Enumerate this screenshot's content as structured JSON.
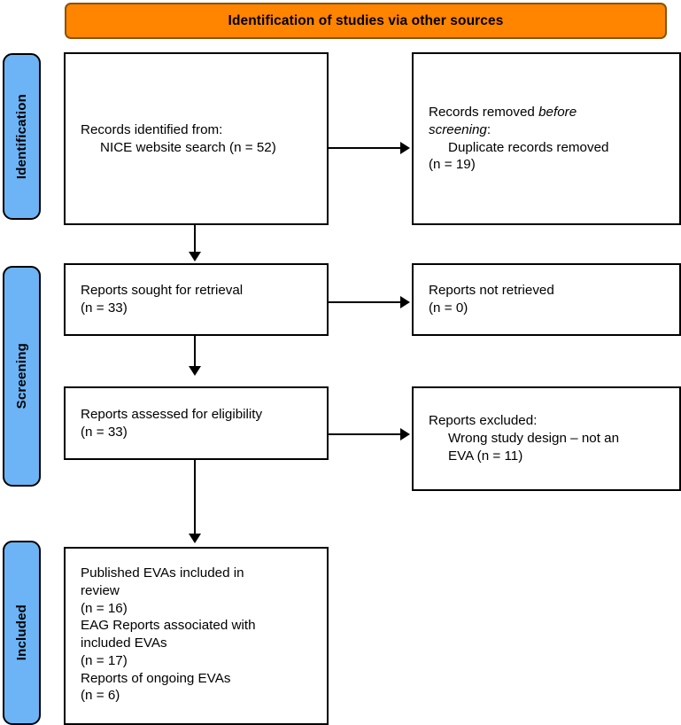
{
  "banner": {
    "title": "Identification of studies via other sources",
    "bg_color": "#FF8400",
    "border_color": "#8A5200"
  },
  "stages": {
    "identification": "Identification",
    "screening": "Screening",
    "included": "Included",
    "bg_color": "#6CB4F5",
    "border_color": "#000000"
  },
  "boxes": {
    "identified": {
      "line1": "Records identified from:",
      "line2": "NICE website search (n = 52)"
    },
    "removed": {
      "line1_a": "Records removed ",
      "line1_b": "before",
      "line2_a": "screening",
      "line2_b": ":",
      "line3": "Duplicate records removed",
      "line4": "(n = 19)"
    },
    "sought": {
      "line1": "Reports sought for retrieval",
      "line2": "(n = 33)"
    },
    "not_retrieved": {
      "line1": "Reports not retrieved",
      "line2": "(n = 0)"
    },
    "assessed": {
      "line1": "Reports assessed for eligibility",
      "line2": "(n = 33)"
    },
    "excluded": {
      "line1": "Reports excluded:",
      "line2": "Wrong study design – not an",
      "line3": "EVA (n = 11)"
    },
    "included": {
      "line1": "Published EVAs included in",
      "line2": "review",
      "line3": "(n = 16)",
      "line4": "EAG Reports associated with",
      "line5": "included EVAs",
      "line6": "(n = 17)",
      "line7": "Reports of ongoing EVAs",
      "line8": "(n = 6)"
    }
  },
  "chart_data": {
    "type": "diagram",
    "title": "Identification of studies via other sources",
    "diagram_kind": "PRISMA flow diagram",
    "stages": [
      "Identification",
      "Screening",
      "Included"
    ],
    "nodes": [
      {
        "id": "identified",
        "stage": "Identification",
        "column": "left",
        "label": "Records identified from: NICE website search",
        "n": 52
      },
      {
        "id": "removed",
        "stage": "Identification",
        "column": "right",
        "label": "Records removed before screening: Duplicate records removed",
        "n": 19
      },
      {
        "id": "sought",
        "stage": "Screening",
        "column": "left",
        "label": "Reports sought for retrieval",
        "n": 33
      },
      {
        "id": "not_retrieved",
        "stage": "Screening",
        "column": "right",
        "label": "Reports not retrieved",
        "n": 0
      },
      {
        "id": "assessed",
        "stage": "Screening",
        "column": "left",
        "label": "Reports assessed for eligibility",
        "n": 33
      },
      {
        "id": "excluded",
        "stage": "Screening",
        "column": "right",
        "label": "Reports excluded: Wrong study design – not an EVA",
        "n": 11
      },
      {
        "id": "included_pub",
        "stage": "Included",
        "column": "left",
        "label": "Published EVAs included in review",
        "n": 16
      },
      {
        "id": "included_eag",
        "stage": "Included",
        "column": "left",
        "label": "EAG Reports associated with included EVAs",
        "n": 17
      },
      {
        "id": "included_ong",
        "stage": "Included",
        "column": "left",
        "label": "Reports of ongoing EVAs",
        "n": 6
      }
    ],
    "edges": [
      {
        "from": "identified",
        "to": "removed",
        "direction": "right"
      },
      {
        "from": "identified",
        "to": "sought",
        "direction": "down"
      },
      {
        "from": "sought",
        "to": "not_retrieved",
        "direction": "right"
      },
      {
        "from": "sought",
        "to": "assessed",
        "direction": "down"
      },
      {
        "from": "assessed",
        "to": "excluded",
        "direction": "right"
      },
      {
        "from": "assessed",
        "to": "included_pub",
        "direction": "down"
      }
    ]
  }
}
